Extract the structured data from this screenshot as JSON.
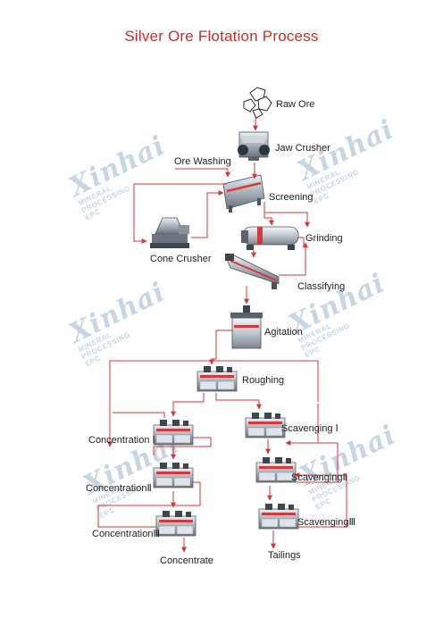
{
  "title": "Silver Ore Flotation Process",
  "watermark": {
    "brand": "Xinhai",
    "sub": "MINERAL PROCESSING EPC"
  },
  "colors": {
    "title": "#d32a2a",
    "arrow": "#e0323a",
    "label": "#222222",
    "watermark": "#c7d6e2"
  },
  "nodes": {
    "raw_ore": "Raw Ore",
    "jaw_crusher": "Jaw Crusher",
    "ore_washing": "Ore Washing",
    "screening": "Screening",
    "grinding": "Grinding",
    "cone_crusher": "Cone Crusher",
    "classifying": "Classifying",
    "agitation": "Agitation",
    "roughing": "Roughing",
    "concentration_1": "Concentration Ⅰ",
    "concentration_2": "ConcentrationⅡ",
    "concentration_3": "ConcentrationⅢ",
    "scavenging_1": "Scavenging Ⅰ",
    "scavenging_2": "ScavengingⅡ",
    "scavenging_3": "ScavengingⅢ",
    "concentrate": "Concentrate",
    "tailings": "Tailings"
  }
}
